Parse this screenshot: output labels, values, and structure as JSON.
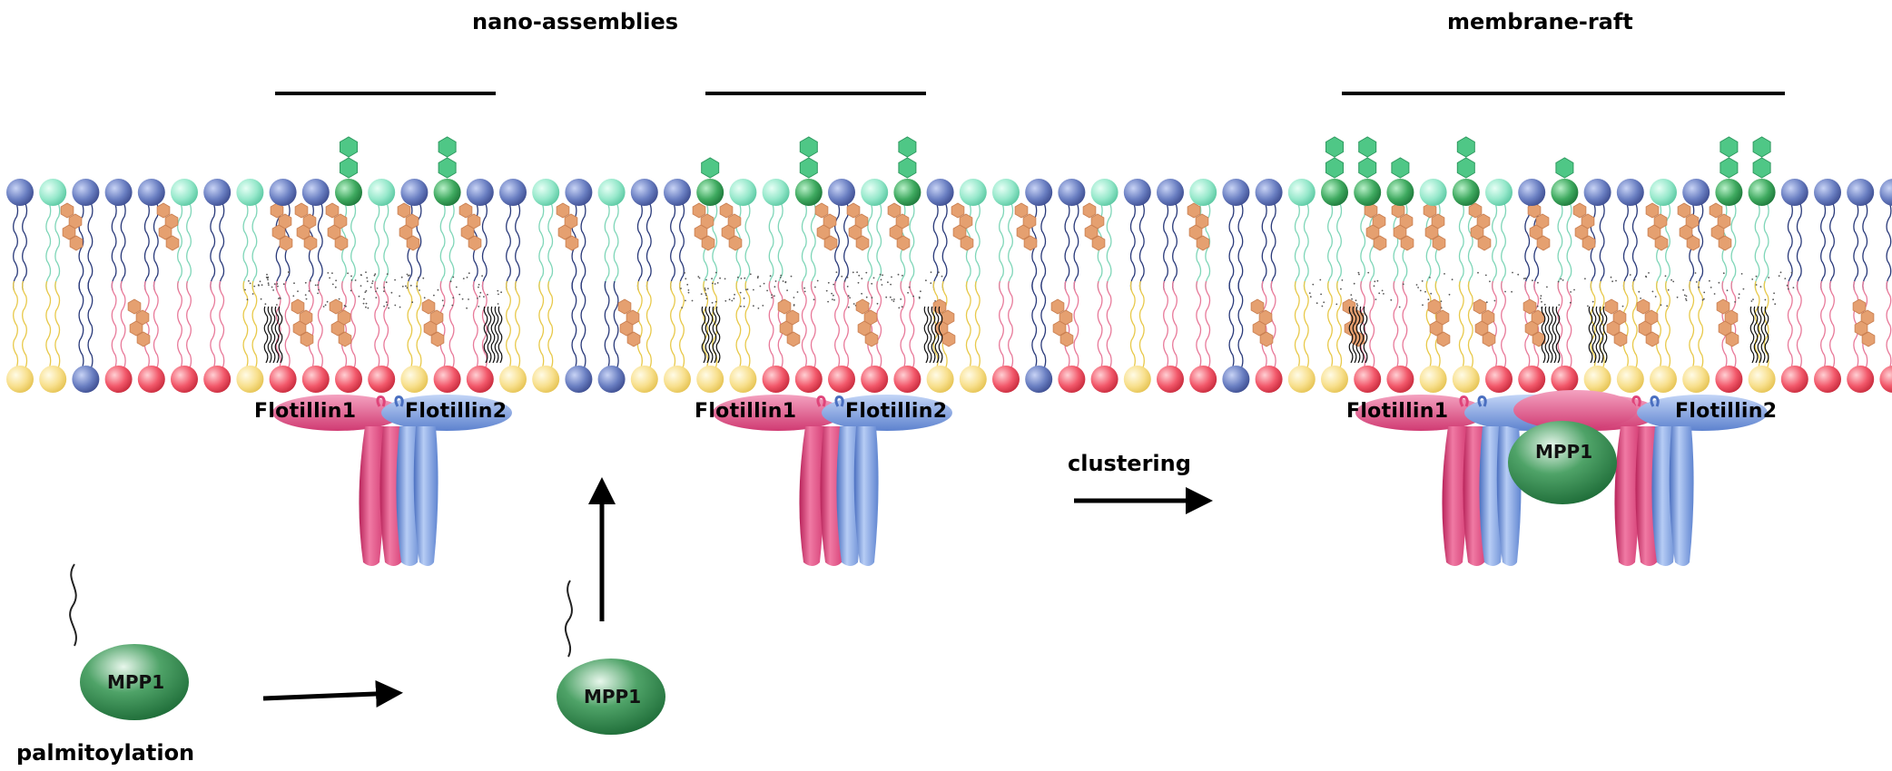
{
  "labels": {
    "nano_assemblies": "nano-assemblies",
    "membrane_raft": "membrane-raft",
    "flotillin1": "Flotillin1",
    "flotillin2": "Flotillin2",
    "mpp1": "MPP1",
    "clustering": "clustering",
    "palmitoylation": "palmitoylation"
  },
  "colors": {
    "head_blue": "#5b6fb3",
    "head_teal": "#8fe3c8",
    "head_green": "#3aa65e",
    "head_red": "#f0505e",
    "head_yellow": "#f7dc80",
    "cholesterol": "#e5a070",
    "ganglioside": "#4fc786",
    "flotillin1_pink": "#e0447a",
    "flotillin2_blue": "#6f93d6",
    "mpp1_green": "#2c8a4c",
    "tail_pink": "#e87a9a",
    "tail_yellow": "#e8c94a",
    "tail_teal": "#7fd6b8",
    "tail_navy": "#2a3a7a"
  }
}
